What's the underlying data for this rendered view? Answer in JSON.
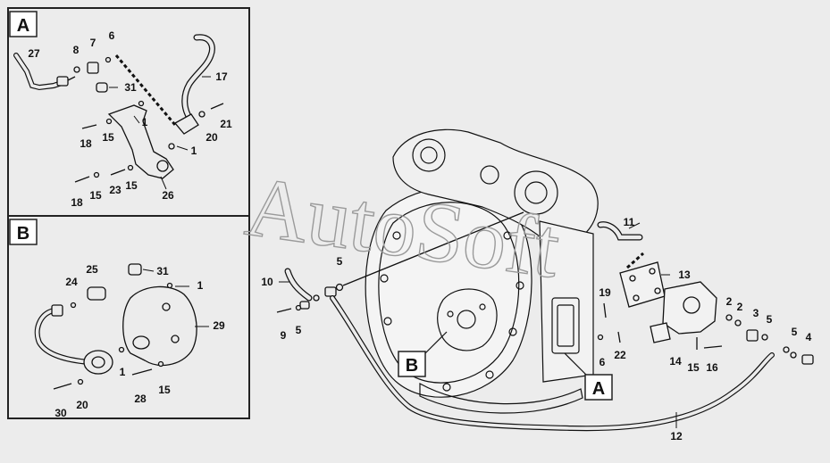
{
  "watermark": "AutoSoft",
  "inset_a": {
    "label": "A",
    "parts": [
      "27",
      "8",
      "7",
      "6",
      "17",
      "31",
      "1",
      "21",
      "20",
      "18",
      "15",
      "1",
      "18",
      "15",
      "23",
      "15",
      "26"
    ]
  },
  "inset_b": {
    "label": "B",
    "parts": [
      "25",
      "31",
      "24",
      "1",
      "29",
      "1",
      "28",
      "15",
      "30",
      "20"
    ]
  },
  "main": {
    "callout_a": "A",
    "callout_b": "B",
    "parts": [
      "11",
      "13",
      "19",
      "10",
      "5",
      "9",
      "5",
      "2",
      "2",
      "3",
      "5",
      "5",
      "4",
      "22",
      "6",
      "14",
      "15",
      "16",
      "12"
    ]
  },
  "colors": {
    "background": "#ececec",
    "line": "#111111",
    "box_border": "#222222",
    "watermark": "#9a9a9a"
  }
}
